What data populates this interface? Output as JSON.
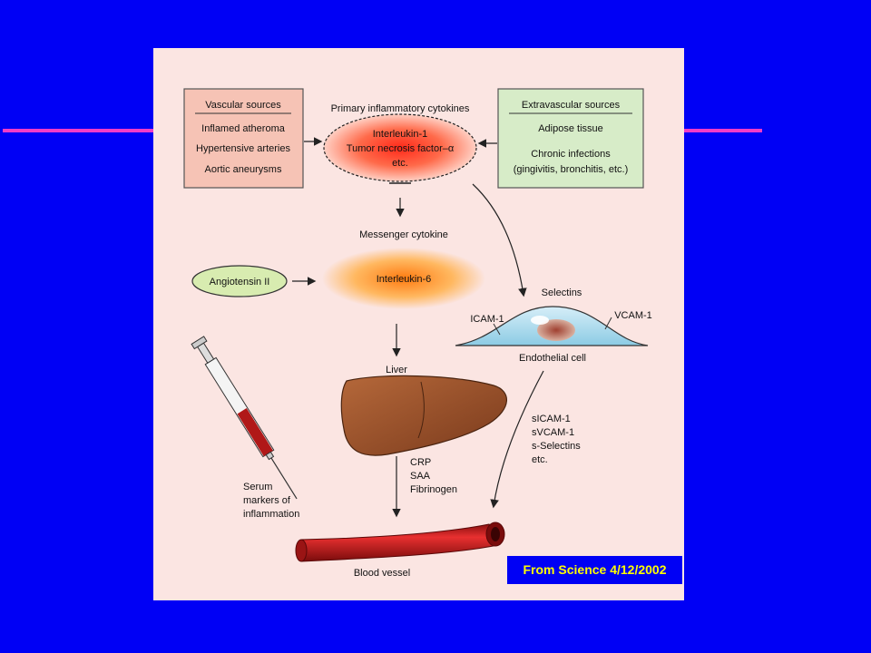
{
  "colors": {
    "slide_background": "#0000f5",
    "accent_line": "#f03cc8",
    "panel_background": "#fbe5e2",
    "vascular_box": "#f6c3b5",
    "extravascular_box": "#d7ecc8",
    "angiotensin_fill": "#d8ecb0",
    "liver": "#a0522d",
    "vessel": "#c81e1e",
    "credit_text": "#ffff00"
  },
  "vascular_sources": {
    "title": "Vascular sources",
    "items": [
      "Inflamed atheroma",
      "Hypertensive arteries",
      "Aortic aneurysms"
    ]
  },
  "extravascular_sources": {
    "title": "Extravascular sources",
    "items": [
      "Adipose tissue",
      "Chronic infections",
      "(gingivitis, bronchitis, etc.)"
    ]
  },
  "primary_cytokines": {
    "title": "Primary inflammatory cytokines",
    "items": [
      "Interleukin-1",
      "Tumor necrosis factor–α",
      "etc."
    ]
  },
  "messenger_cytokine": {
    "title": "Messenger cytokine",
    "label": "Interleukin-6"
  },
  "angiotensin": "Angiotensin II",
  "endothelial": {
    "selectins": "Selectins",
    "icam": "ICAM-1",
    "vcam": "VCAM-1",
    "cell": "Endothelial cell"
  },
  "liver": "Liver",
  "soluble_markers": [
    "sICAM-1",
    "sVCAM-1",
    "s-Selectins",
    "etc."
  ],
  "liver_products": [
    "CRP",
    "SAA",
    "Fibrinogen"
  ],
  "serum_markers": [
    "Serum",
    "markers of",
    "inflammation"
  ],
  "blood_vessel": "Blood vessel",
  "credit": "From Science 4/12/2002"
}
